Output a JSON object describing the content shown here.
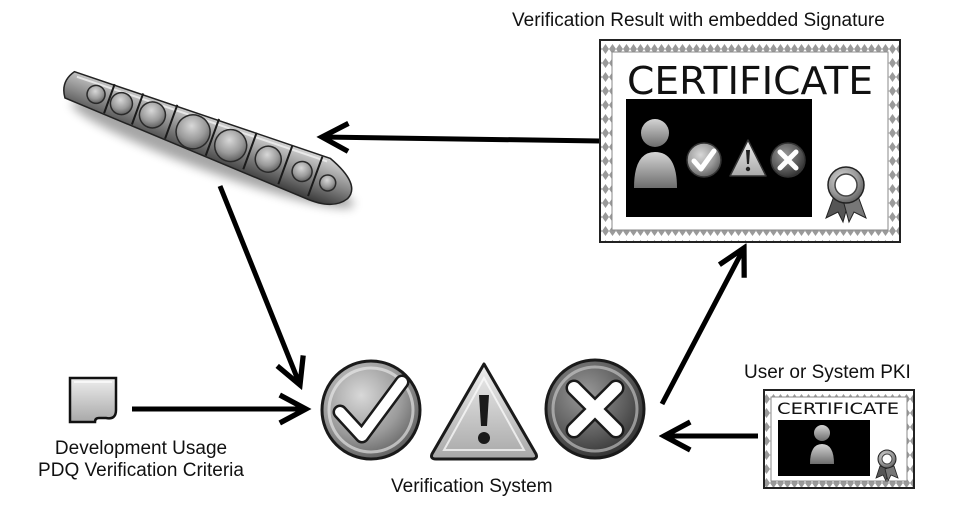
{
  "labels": {
    "verification_result": "Verification Result with embedded Signature",
    "user_pki": "User or System PKI",
    "dev_usage_line1": "Development Usage",
    "dev_usage_line2": "PDQ Verification Criteria",
    "verification_system": "Verification System"
  },
  "certificate_large": {
    "heading": "CERTIFICATE"
  },
  "certificate_small": {
    "heading": "CERTIFICATE"
  },
  "icons": [
    "document-icon",
    "satellite-icon",
    "check-icon",
    "warning-icon",
    "error-x-icon",
    "person-icon",
    "award-ribbon-icon"
  ],
  "colors": {
    "arrow": "#000000",
    "cert_border": "#9a9a9a",
    "cert_panel": "#000000",
    "icon_gray": "#8c8c8c"
  }
}
